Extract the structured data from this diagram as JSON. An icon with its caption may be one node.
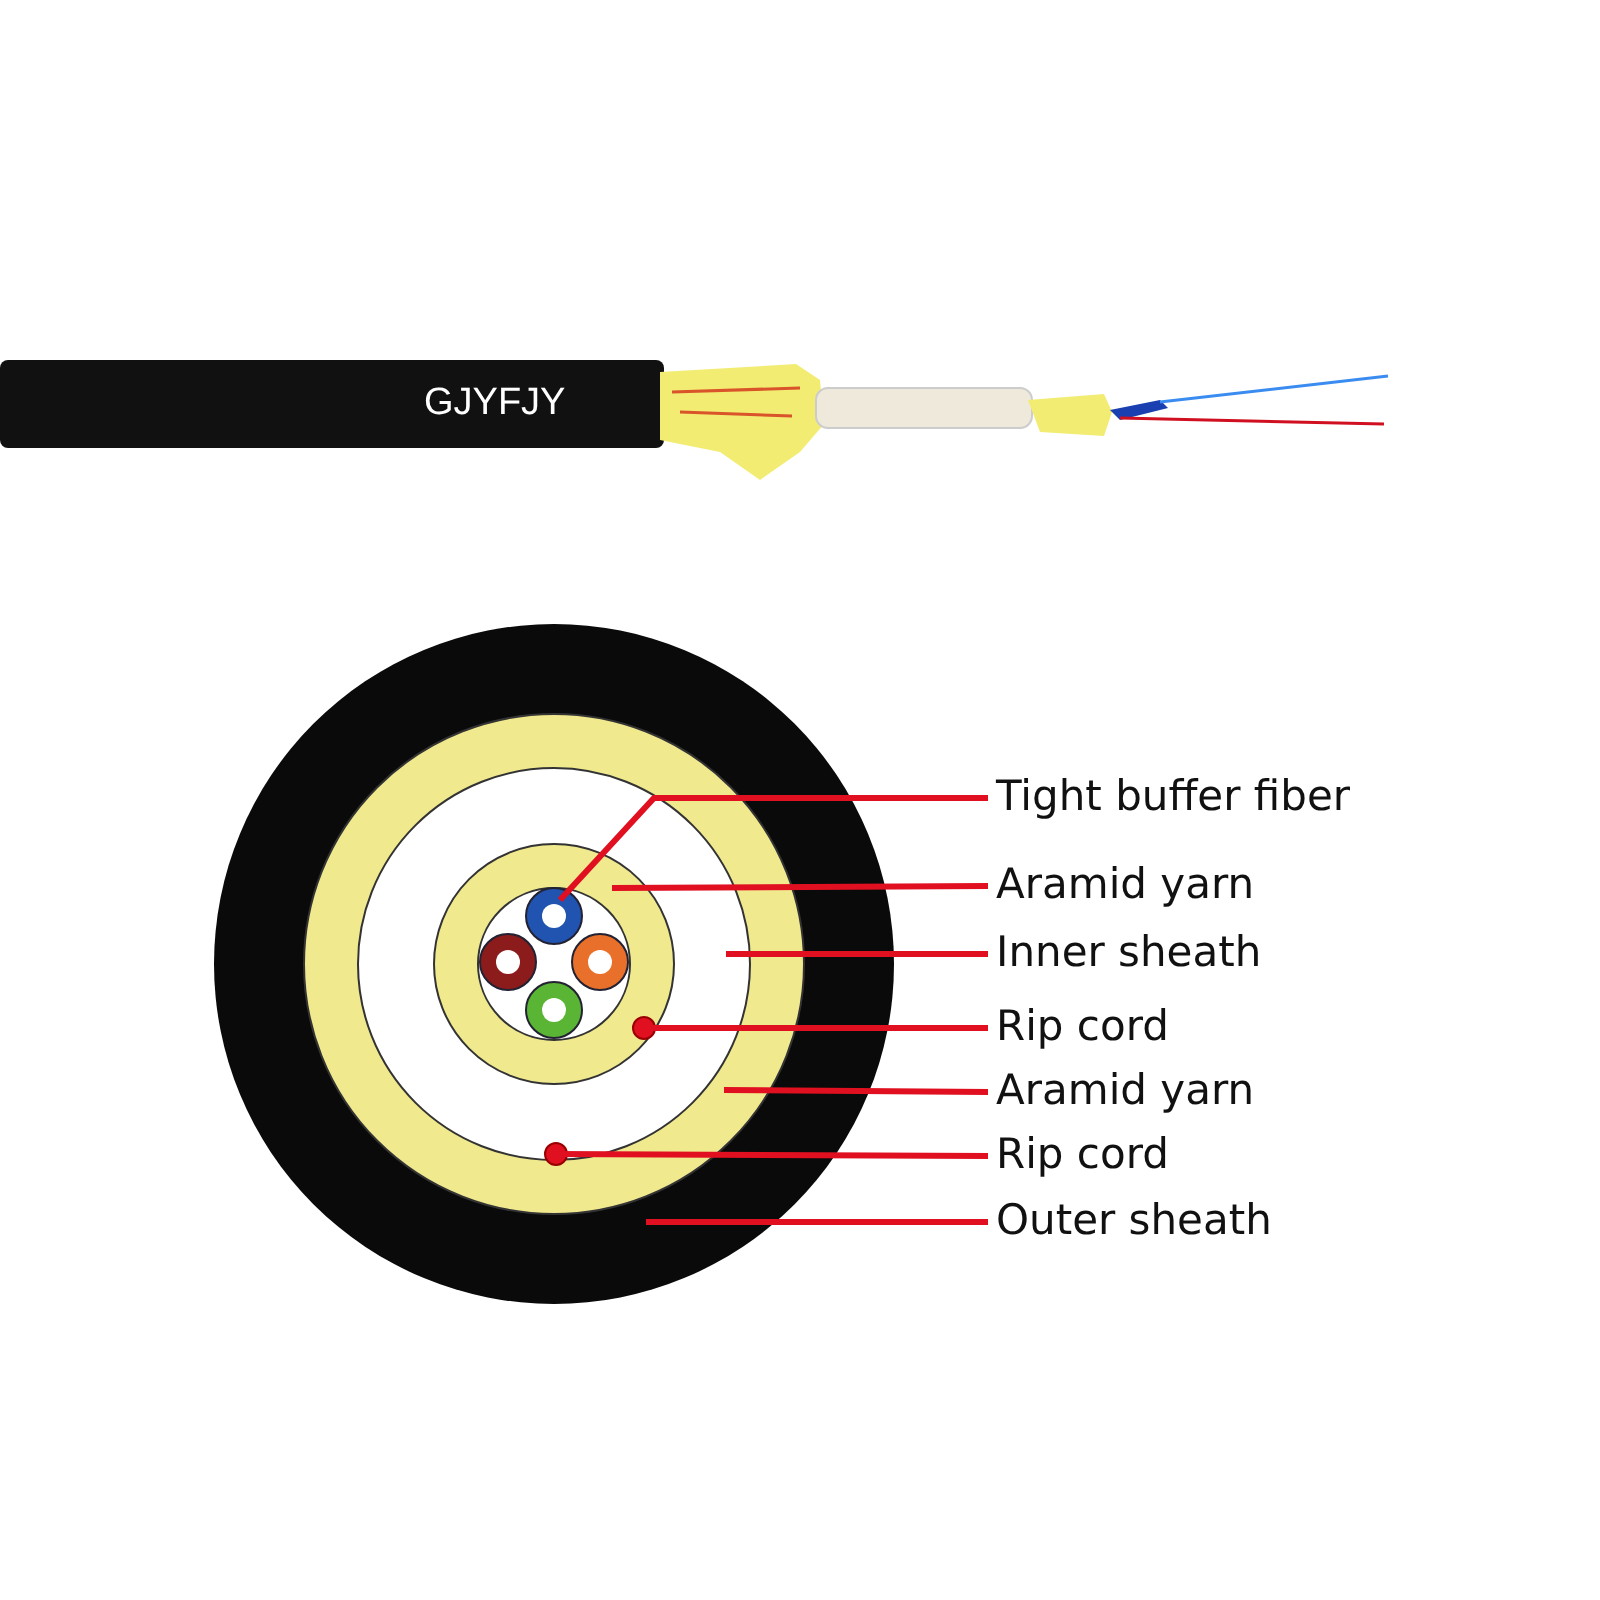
{
  "diagram": {
    "nodes": [
      {
        "text": [
          "Tight buffer fiber"
        ]
      },
      {
        "text": [
          "Aramid yarn"
        ]
      },
      {
        "text": [
          "Inner sheath"
        ]
      },
      {
        "text": [
          "Rip cord"
        ]
      },
      {
        "text": [
          "Aramid yarn"
        ]
      },
      {
        "text": [
          "Rip cord"
        ]
      },
      {
        "text": [
          "Outer sheath"
        ]
      },
      {
        "text": [],
        "shape": "circle",
        "in": 8
      },
      {
        "text": [],
        "shape": "circle",
        "in": 9
      },
      {
        "text": [],
        "shape": "circle",
        "in": 11
      },
      {
        "text": [],
        "shape": "circle",
        "in": 8
      },
      {
        "text": [],
        "shape": "circle",
        "in": 13
      },
      {
        "text": [],
        "shape": "circle",
        "in": 11
      },
      {
        "text": [],
        "shape": "circle"
      }
    ],
    "edges": [
      {
        "from": 0,
        "to": 7,
        "arrow": "none"
      },
      {
        "from": 1,
        "to": 8,
        "arrow": "none"
      },
      {
        "from": 2,
        "to": 9,
        "arrow": "none"
      },
      {
        "from": 3,
        "to": 10,
        "arrow": "none"
      },
      {
        "from": 4,
        "to": 11,
        "arrow": "none"
      },
      {
        "from": 5,
        "to": 12,
        "arrow": "none"
      },
      {
        "from": 6,
        "to": 13,
        "arrow": "none"
      }
    ],
    "labels": [
      "GJYFJY"
    ]
  }
}
